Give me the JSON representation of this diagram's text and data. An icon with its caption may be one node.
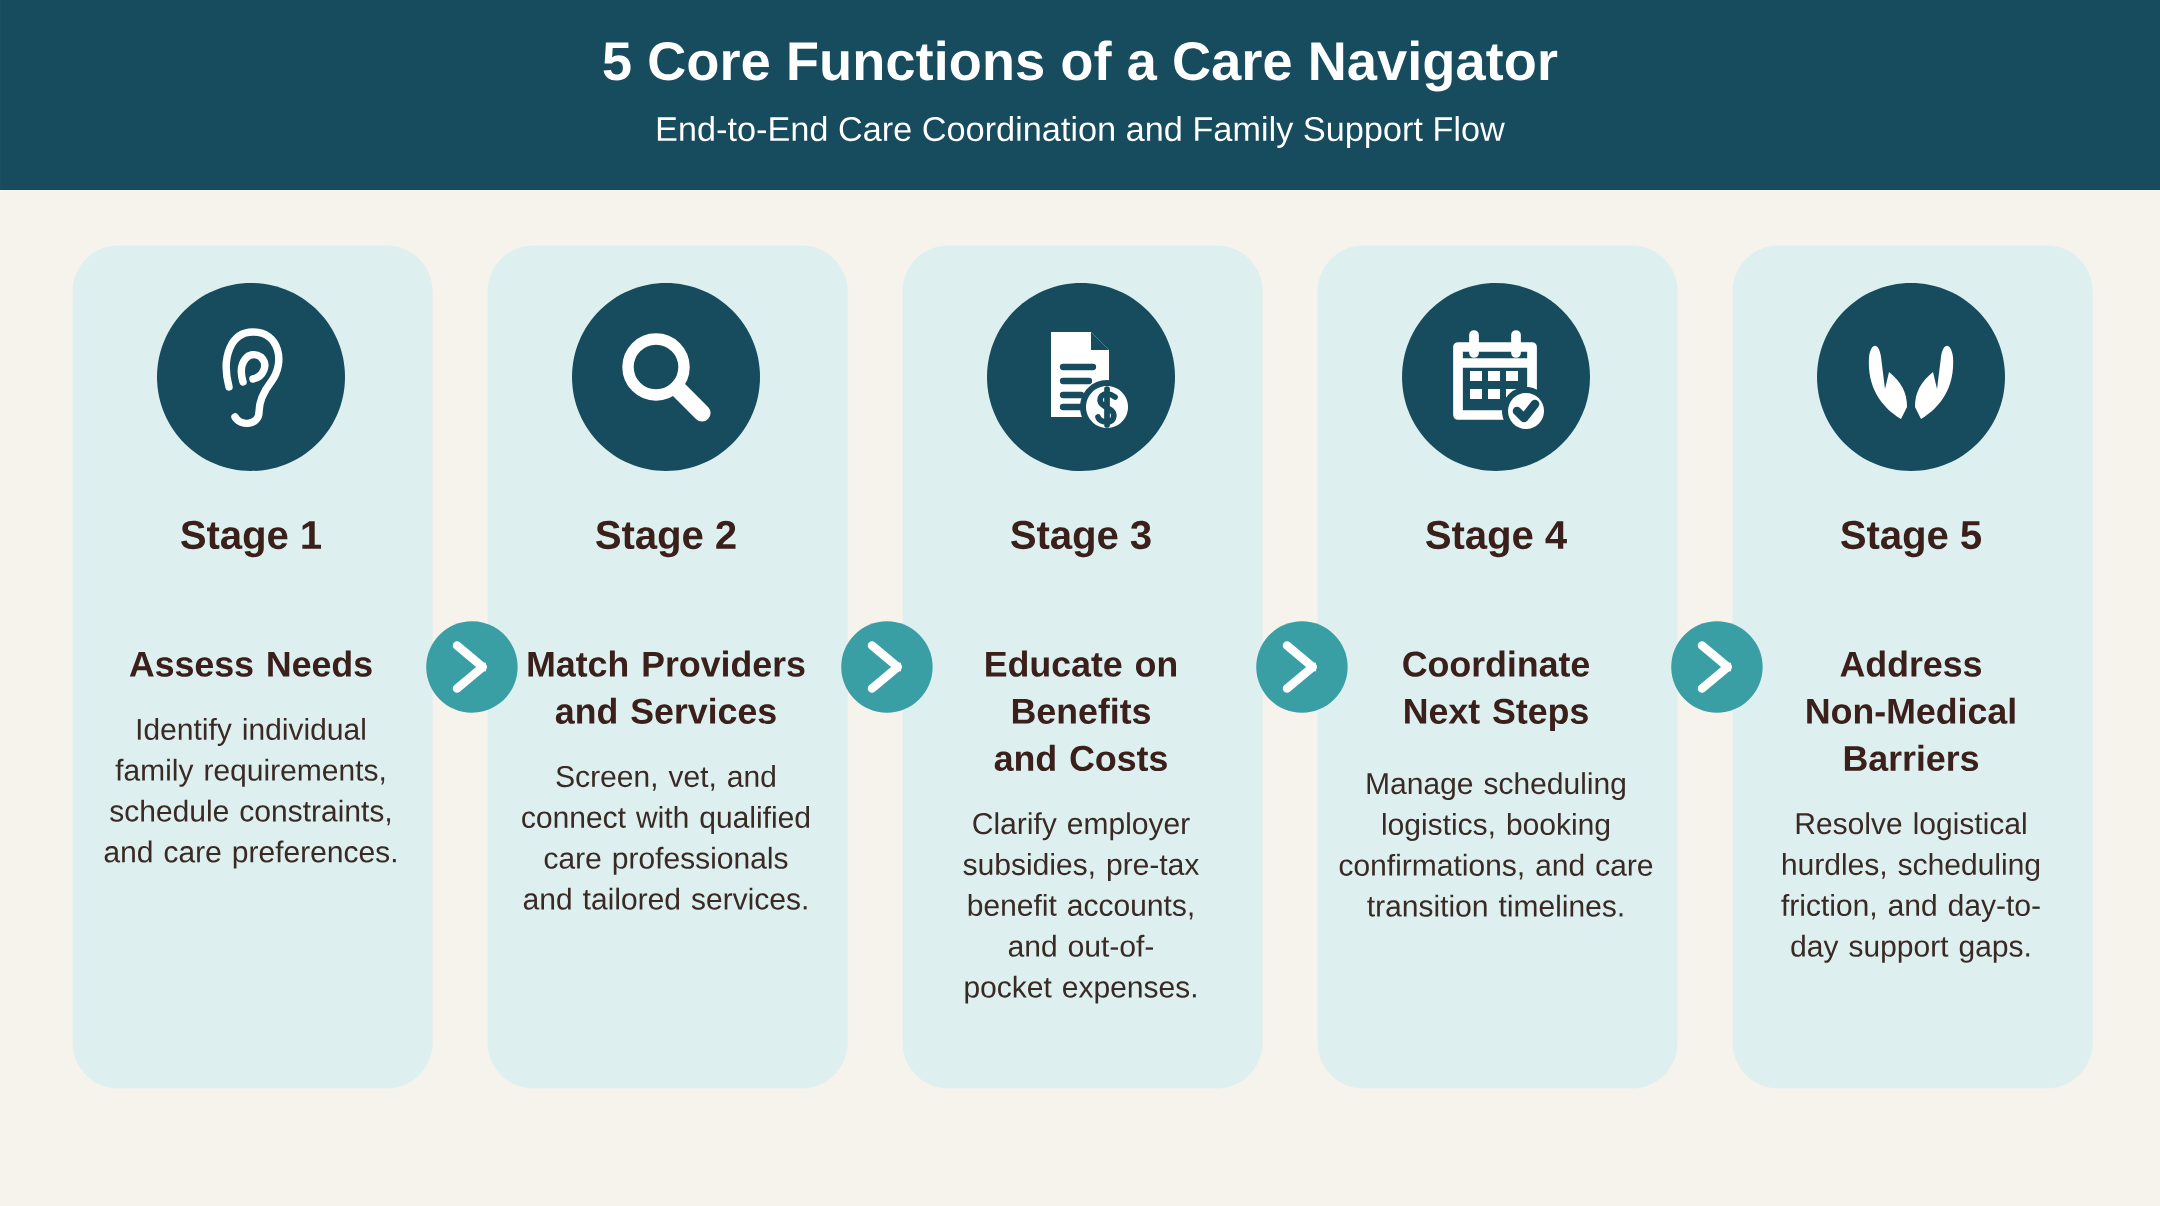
{
  "diagram": {
    "title": "5 Core Functions of a Care Navigator",
    "caption": "End-to-End Care Coordination and Family Support Flow",
    "nodes": [
      {
        "text": [
          "Stage 1",
          "Assess Needs",
          "Identify individual family requirements, schedule constraints, and care preferences."
        ]
      },
      {
        "text": [
          "Stage 2",
          "Match Providers and Services",
          "Screen, vet, and connect with qualified care professionals and tailored services."
        ]
      },
      {
        "text": [
          "Stage 3",
          "Educate on Benefits and Costs",
          "Clarify employer subsidies, pre-tax benefit accounts, and out-of-pocket expenses."
        ]
      },
      {
        "text": [
          "Stage 4",
          "Coordinate Next Steps",
          "Manage scheduling logistics, booking confirmations, and care transition timelines."
        ]
      },
      {
        "text": [
          "Stage 5",
          "Address Non-Medical Barriers",
          "Resolve logistical hurdles, scheduling friction, and day-to-day support gaps."
        ]
      }
    ],
    "edges": [
      {
        "from": 0,
        "to": 1,
        "arrow": "to"
      },
      {
        "from": 1,
        "to": 2,
        "arrow": "to"
      },
      {
        "from": 2,
        "to": 3,
        "arrow": "to"
      },
      {
        "from": 3,
        "to": 4,
        "arrow": "to"
      }
    ]
  }
}
